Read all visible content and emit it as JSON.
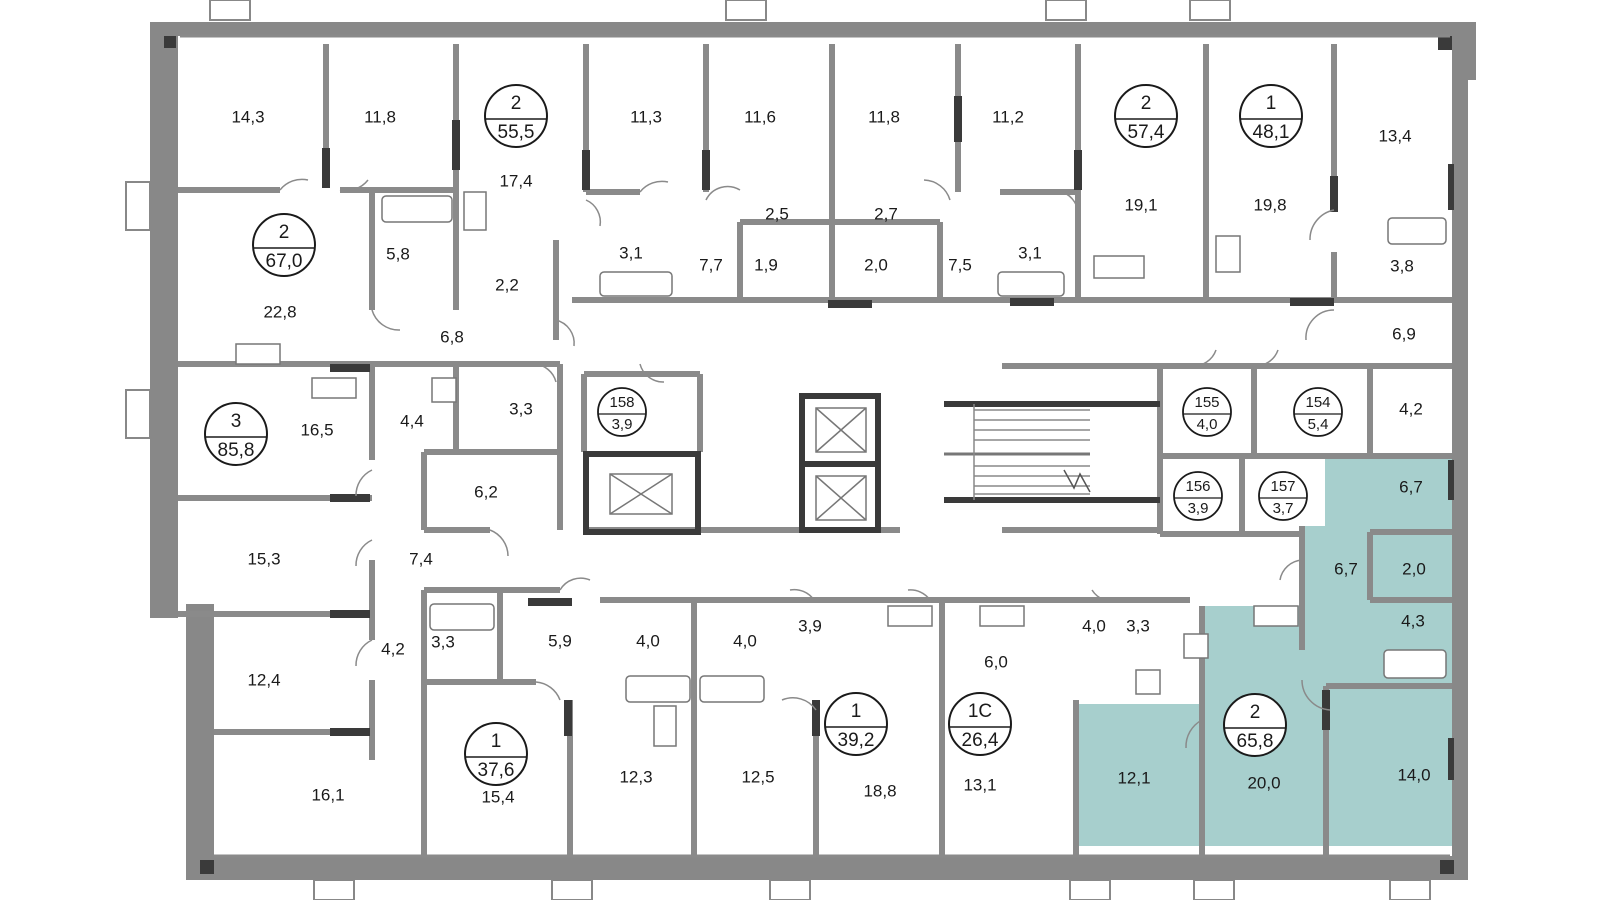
{
  "colors": {
    "highlight": "#a7cfcd",
    "wall": "#888888",
    "wall_dark": "#3a3a3a"
  },
  "rooms": [
    {
      "label": "14,3"
    },
    {
      "label": "11,8"
    },
    {
      "label": "17,4"
    },
    {
      "label": "11,3"
    },
    {
      "label": "11,6"
    },
    {
      "label": "11,8"
    },
    {
      "label": "11,2"
    },
    {
      "label": "19,1"
    },
    {
      "label": "19,8"
    },
    {
      "label": "13,4"
    },
    {
      "label": "2,5"
    },
    {
      "label": "2,7"
    },
    {
      "label": "5,8"
    },
    {
      "label": "3,1"
    },
    {
      "label": "7,7"
    },
    {
      "label": "1,9"
    },
    {
      "label": "2,0"
    },
    {
      "label": "7,5"
    },
    {
      "label": "3,1"
    },
    {
      "label": "3,8"
    },
    {
      "label": "2,2"
    },
    {
      "label": "22,8"
    },
    {
      "label": "6,8"
    },
    {
      "label": "6,9"
    },
    {
      "label": "16,5"
    },
    {
      "label": "4,4"
    },
    {
      "label": "3,3"
    },
    {
      "label": "4,2"
    },
    {
      "label": "6,2"
    },
    {
      "label": "6,7"
    },
    {
      "label": "15,3"
    },
    {
      "label": "7,4"
    },
    {
      "label": "6,7"
    },
    {
      "label": "2,0"
    },
    {
      "label": "4,2"
    },
    {
      "label": "3,3"
    },
    {
      "label": "5,9"
    },
    {
      "label": "4,0"
    },
    {
      "label": "4,0"
    },
    {
      "label": "3,9"
    },
    {
      "label": "4,0"
    },
    {
      "label": "3,3"
    },
    {
      "label": "4,3"
    },
    {
      "label": "12,4"
    },
    {
      "label": "6,0"
    },
    {
      "label": "16,1"
    },
    {
      "label": "15,4"
    },
    {
      "label": "12,3"
    },
    {
      "label": "12,5"
    },
    {
      "label": "18,8"
    },
    {
      "label": "13,1"
    },
    {
      "label": "12,1"
    },
    {
      "label": "20,0"
    },
    {
      "label": "14,0"
    }
  ],
  "apartments": [
    {
      "rooms": "2",
      "area": "55,5"
    },
    {
      "rooms": "2",
      "area": "57,4"
    },
    {
      "rooms": "1",
      "area": "48,1"
    },
    {
      "rooms": "2",
      "area": "67,0"
    },
    {
      "rooms": "3",
      "area": "85,8"
    },
    {
      "rooms": "1",
      "area": "37,6"
    },
    {
      "rooms": "1",
      "area": "39,2"
    },
    {
      "rooms": "1С",
      "area": "26,4"
    },
    {
      "rooms": "2",
      "area": "65,8"
    }
  ],
  "storage": [
    {
      "number": "158",
      "area": "3,9"
    },
    {
      "number": "155",
      "area": "4,0"
    },
    {
      "number": "154",
      "area": "5,4"
    },
    {
      "number": "156",
      "area": "3,9"
    },
    {
      "number": "157",
      "area": "3,7"
    }
  ]
}
